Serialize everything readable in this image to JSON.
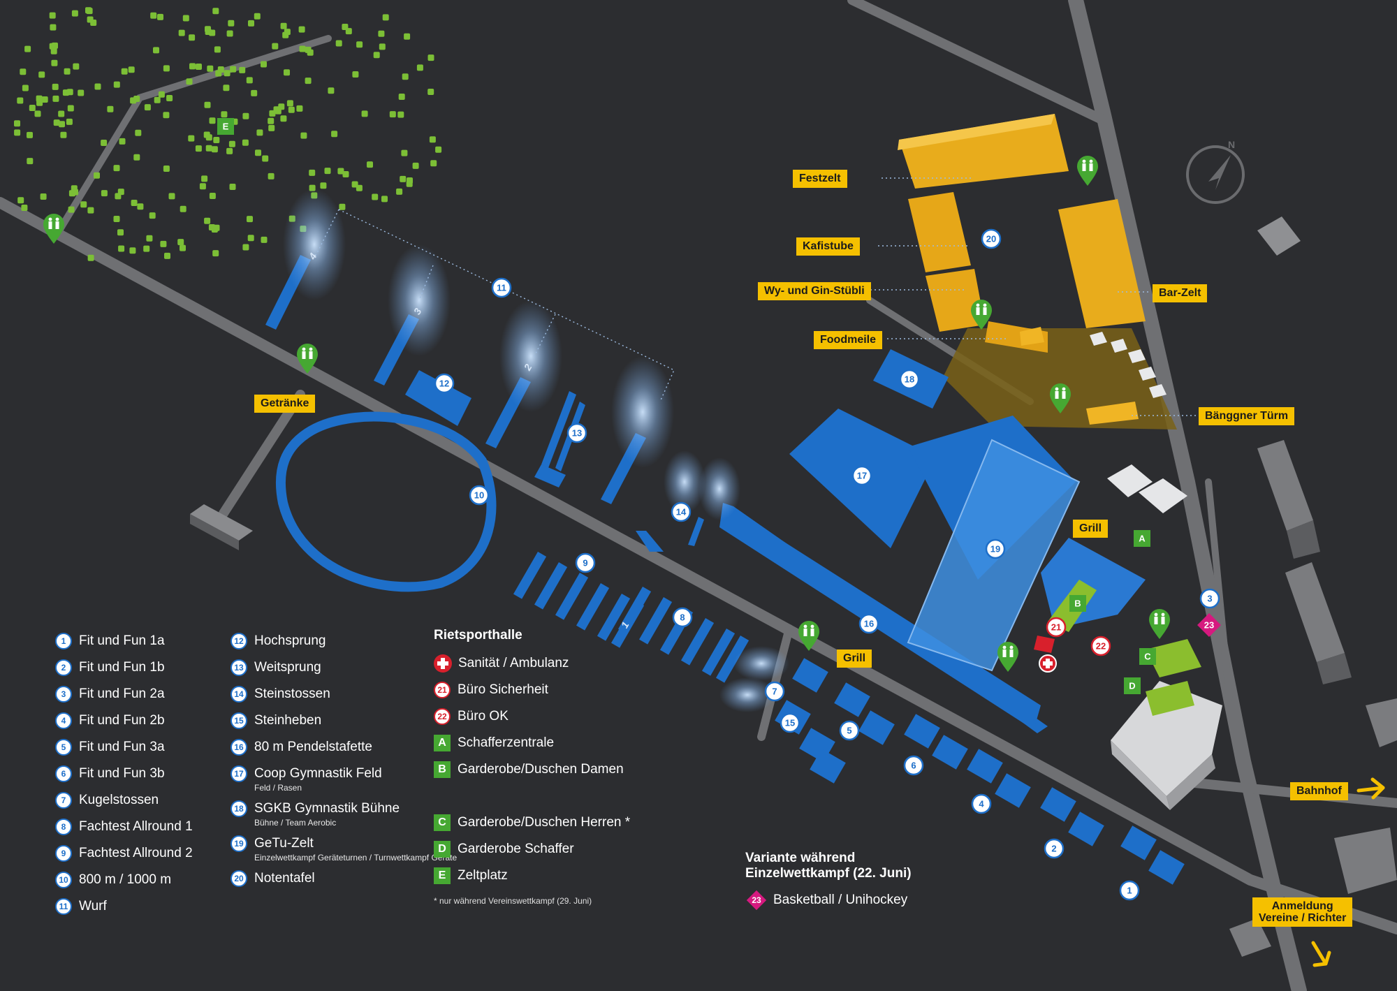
{
  "map_labels": {
    "festzelt": "Festzelt",
    "kafistube": "Kafistube",
    "wy_gin": "Wy- und Gin-Stübli",
    "foodmeile": "Foodmeile",
    "bar_zelt": "Bar-Zelt",
    "banggner": "Bänggner Türm",
    "grill_top": "Grill",
    "grill_bottom": "Grill",
    "getraenke": "Getränke",
    "bahnhof": "Bahnhof",
    "anmeldung_line1": "Anmeldung",
    "anmeldung_line2": "Vereine / Richter"
  },
  "markers": {
    "m1": "1",
    "m2": "2",
    "m3": "3",
    "m4": "4",
    "m5": "5",
    "m6": "6",
    "m7": "7",
    "m8": "8",
    "m9": "9",
    "m10": "10",
    "m11": "11",
    "m12": "12",
    "m13": "13",
    "m14": "14",
    "m15": "15",
    "m16": "16",
    "m17": "17",
    "m18": "18",
    "m19": "19",
    "m20": "20",
    "m21": "21",
    "m22": "22",
    "m23": "23",
    "zA": "A",
    "zB": "B",
    "zC": "C",
    "zD": "D",
    "zE": "E",
    "f1": "1",
    "f2": "2",
    "f3": "3",
    "f4": "4"
  },
  "legend_col1": [
    {
      "num": "1",
      "label": "Fit und Fun 1a"
    },
    {
      "num": "2",
      "label": "Fit und Fun 1b"
    },
    {
      "num": "3",
      "label": "Fit und Fun 2a"
    },
    {
      "num": "4",
      "label": "Fit und Fun 2b"
    },
    {
      "num": "5",
      "label": "Fit und Fun 3a"
    },
    {
      "num": "6",
      "label": "Fit und Fun 3b"
    },
    {
      "num": "7",
      "label": "Kugelstossen"
    },
    {
      "num": "8",
      "label": "Fachtest Allround 1"
    },
    {
      "num": "9",
      "label": "Fachtest Allround 2"
    },
    {
      "num": "10",
      "label": "800 m / 1000 m"
    },
    {
      "num": "11",
      "label": "Wurf"
    }
  ],
  "legend_col2": [
    {
      "num": "12",
      "label": "Hochsprung"
    },
    {
      "num": "13",
      "label": "Weitsprung"
    },
    {
      "num": "14",
      "label": "Steinstossen"
    },
    {
      "num": "15",
      "label": "Steinheben"
    },
    {
      "num": "16",
      "label": "80 m Pendelstafette"
    },
    {
      "num": "17",
      "label": "Coop Gymnastik Feld",
      "sub": "Feld / Rasen"
    },
    {
      "num": "18",
      "label": "SGKB Gymnastik Bühne",
      "sub": "Bühne / Team Aerobic"
    },
    {
      "num": "19",
      "label": "GeTu-Zelt",
      "sub": "Einzelwettkampf Geräteturnen / Turnwettkampf Geräte"
    },
    {
      "num": "20",
      "label": "Notentafel"
    }
  ],
  "legend_col3": {
    "heading": "Rietsporthalle",
    "medical": "Sanität / Ambulanz",
    "red_items": [
      {
        "num": "21",
        "label": "Büro Sicherheit"
      },
      {
        "num": "22",
        "label": "Büro OK"
      }
    ],
    "green_items_a": [
      {
        "letter": "A",
        "label": "Schafferzentrale"
      },
      {
        "letter": "B",
        "label": "Garderobe/Duschen Damen"
      }
    ],
    "green_items_b": [
      {
        "letter": "C",
        "label": "Garderobe/Duschen Herren *"
      },
      {
        "letter": "D",
        "label": "Garderobe Schaffer"
      },
      {
        "letter": "E",
        "label": "Zeltplatz"
      }
    ],
    "footnote": "* nur während Vereinswettkampf (29. Juni)"
  },
  "variant": {
    "heading_line1": "Variante während",
    "heading_line2": "Einzelwettkampf (22. Juni)",
    "num": "23",
    "label": "Basketball / Unihockey"
  },
  "colors": {
    "background": "#2c2d30",
    "road": "#6f7073",
    "field_blue": "#1e6fc9",
    "tent_yellow": "#e8ac1c",
    "label_yellow": "#f5c000",
    "green": "#46a832",
    "red": "#d8202c",
    "pink": "#d6197f"
  },
  "icons": [
    "toilet-pin-icon",
    "medical-cross-icon",
    "compass-north-icon",
    "arrow-right-icon",
    "arrow-down-icon",
    "tree-icon"
  ]
}
